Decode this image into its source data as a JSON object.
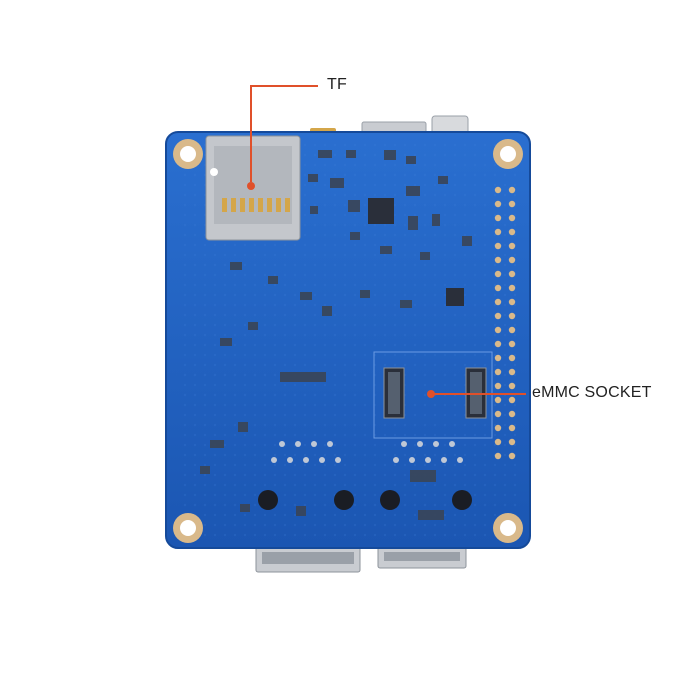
{
  "callouts": {
    "tf": "TF",
    "emmc": "eMMC SOCKET"
  },
  "colors": {
    "board": "#1e5fbf",
    "board_edge": "#154a9a",
    "leader_line": "#e0502a",
    "pad_gold": "#d9b98a",
    "metal": "#c9ccd1",
    "chip": "#2a2f3a"
  },
  "objects": {
    "board": "pcb-board",
    "tf_slot": "microsd-card-slot",
    "emmc_socket": "emmc-socket-connectors",
    "gpio_header": "gpio-pin-header"
  }
}
